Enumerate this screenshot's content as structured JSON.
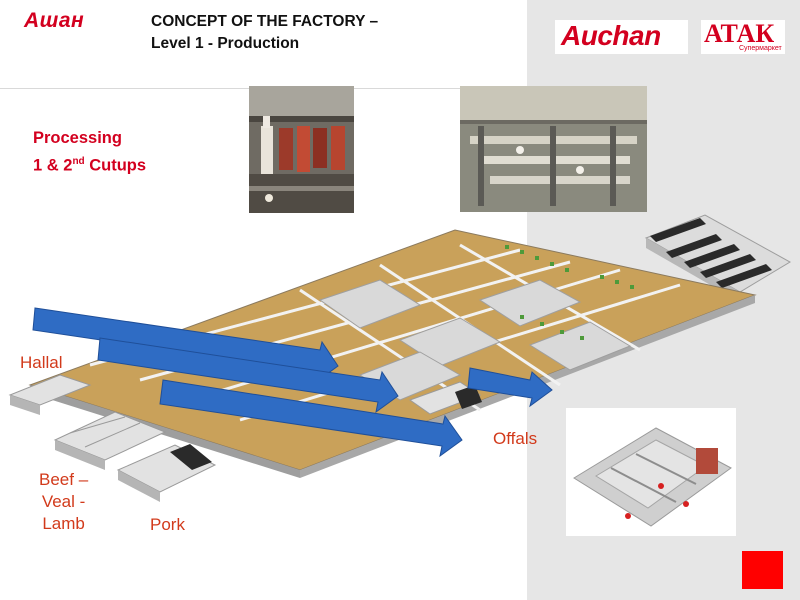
{
  "header": {
    "logo_left": "Ашан",
    "title_line1": "CONCEPT OF THE FACTORY –",
    "title_line2": "Level 1 - Production",
    "logo_auchan": "Auchan",
    "logo_atak": "АТАК",
    "logo_atak_sub": "Супермаркет"
  },
  "processing": {
    "line1": "Processing",
    "line2_prefix": "1 & 2",
    "line2_sup": "nd",
    "line2_suffix": " Cutups"
  },
  "labels": {
    "hallal": "Hallal",
    "beef_line1": "Beef –",
    "beef_line2": "Veal -",
    "beef_line3": "Lamb",
    "pork": "Pork",
    "offals": "Offals"
  },
  "colors": {
    "brand_red": "#d3001f",
    "label_red": "#d23a1b",
    "arrow_blue": "#2f6cc4",
    "floor_tan": "#c9a15a"
  }
}
